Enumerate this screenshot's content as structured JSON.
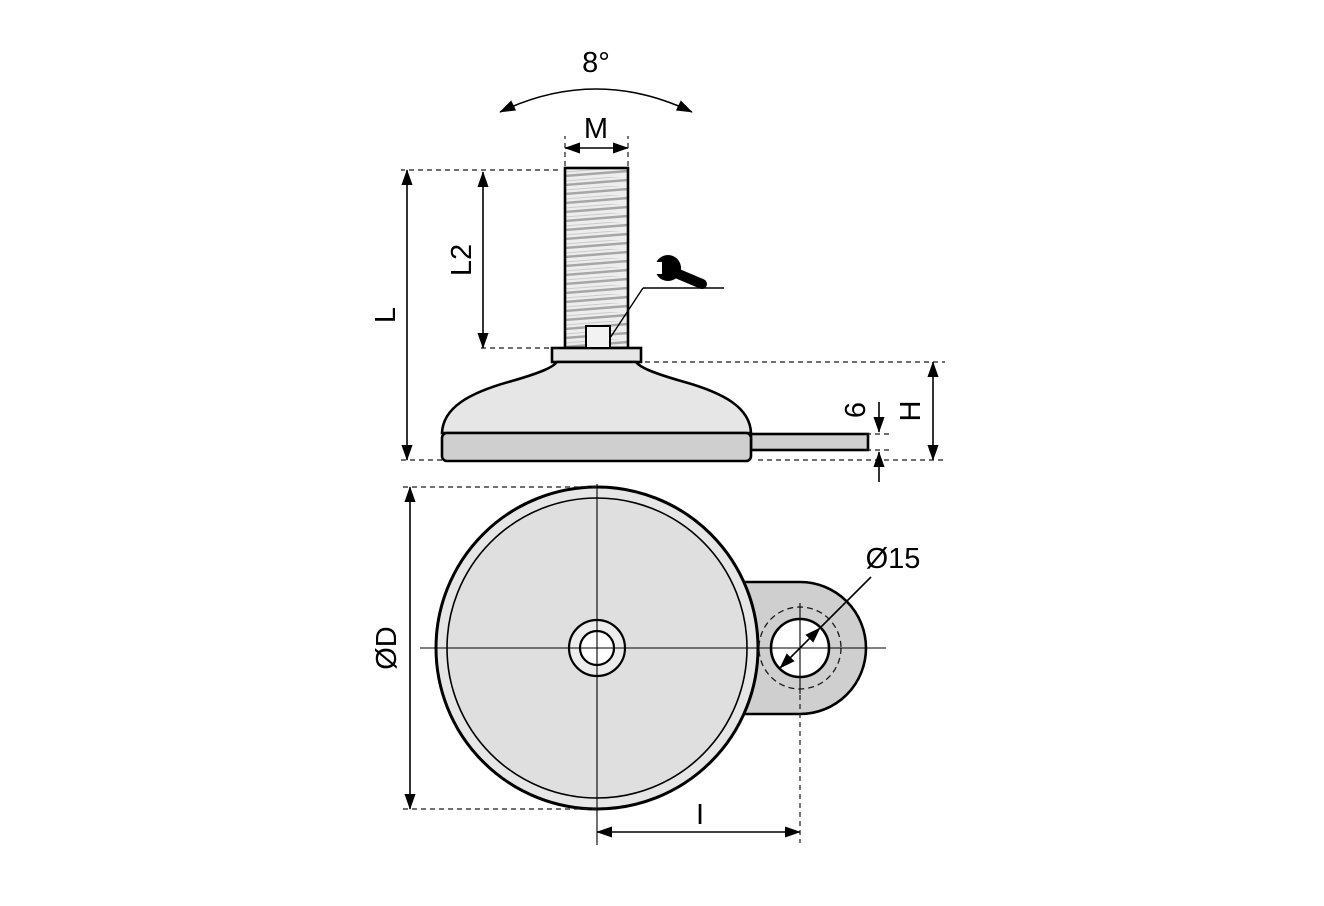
{
  "drawing": {
    "type": "technical-drawing-leveling-foot",
    "views": {
      "side": {
        "labels": {
          "swivel_angle": "8°",
          "thread_size": "M",
          "thread_length": "L2",
          "overall_height": "L",
          "tab_thickness": "6",
          "base_height": "H"
        }
      },
      "top": {
        "labels": {
          "base_diameter": "ØD",
          "tab_hole_diameter": "Ø15",
          "tab_hole_offset": "I"
        }
      }
    },
    "icons": {
      "wrench": "wrench-icon"
    },
    "colors": {
      "outline": "#000000",
      "body_fill": "#e6e6e6",
      "body_fill_dark": "#cfcfcf",
      "thread_fill": "#ededed",
      "thread_stripe": "#a6a6a6",
      "hub_fill": "#ececec",
      "hole_fill": "#ffffff"
    }
  }
}
